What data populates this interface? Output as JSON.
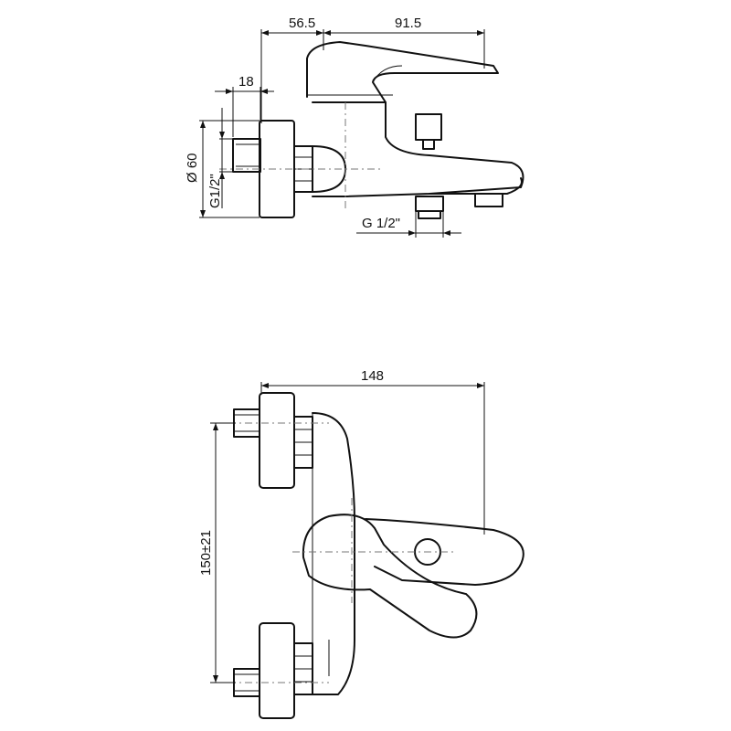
{
  "dimensions": {
    "top_width_left": "56.5",
    "top_width_right": "91.5",
    "inlet_depth": "18",
    "diameter": "Ø 60",
    "inlet_thread": "G1/2\"",
    "outlet_thread": "G 1/2\"",
    "overall_width": "148",
    "center_distance": "150±21"
  }
}
